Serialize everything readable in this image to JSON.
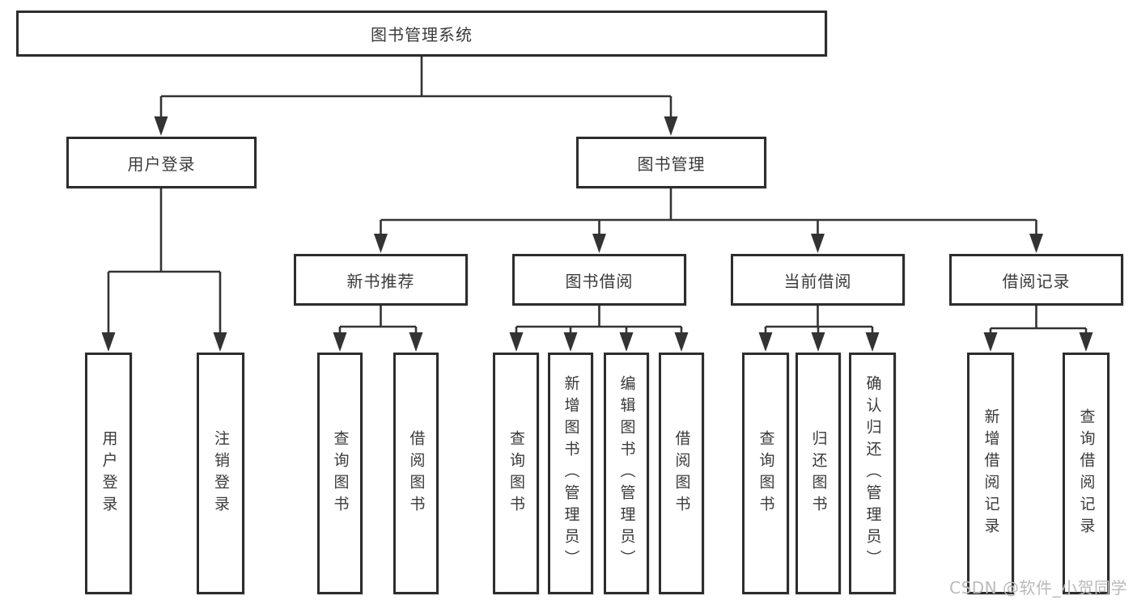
{
  "diagram": {
    "type": "hierarchy-tree",
    "title": "图书管理系统",
    "watermark": "CSDN @软件_小贺同学",
    "colors": {
      "line": "#333333",
      "box_border": "#2d2d2d",
      "text": "#3a3a3a",
      "watermark": "#bababa",
      "background": "#ffffff"
    },
    "nodes": {
      "root": {
        "label": "图书管理系统"
      },
      "login": {
        "label": "用户登录"
      },
      "manage": {
        "label": "图书管理"
      },
      "recommend": {
        "label": "新书推荐"
      },
      "borrow": {
        "label": "图书借阅"
      },
      "current": {
        "label": "当前借阅"
      },
      "records": {
        "label": "借阅记录"
      },
      "login_user": {
        "label": "用户登录"
      },
      "login_out": {
        "label": "注销登录"
      },
      "rec_query": {
        "label": "查询图书"
      },
      "rec_borrow": {
        "label": "借阅图书"
      },
      "bor_query": {
        "label": "查询图书"
      },
      "bor_add": {
        "label": "新增图书（管理员）"
      },
      "bor_edit": {
        "label": "编辑图书（管理员）"
      },
      "bor_borrow": {
        "label": "借阅图书"
      },
      "cur_query": {
        "label": "查询图书"
      },
      "cur_return": {
        "label": "归还图书"
      },
      "cur_confirm": {
        "label": "确认归还（管理员）"
      },
      "recd_add": {
        "label": "新增借阅记录"
      },
      "recd_query": {
        "label": "查询借阅记录"
      }
    },
    "structure": {
      "root": [
        "login",
        "manage"
      ],
      "login": [
        "login_user",
        "login_out"
      ],
      "manage": [
        "recommend",
        "borrow",
        "current",
        "records"
      ],
      "recommend": [
        "rec_query",
        "rec_borrow"
      ],
      "borrow": [
        "bor_query",
        "bor_add",
        "bor_edit",
        "bor_borrow"
      ],
      "current": [
        "cur_query",
        "cur_return",
        "cur_confirm"
      ],
      "records": [
        "recd_add",
        "recd_query"
      ]
    }
  }
}
